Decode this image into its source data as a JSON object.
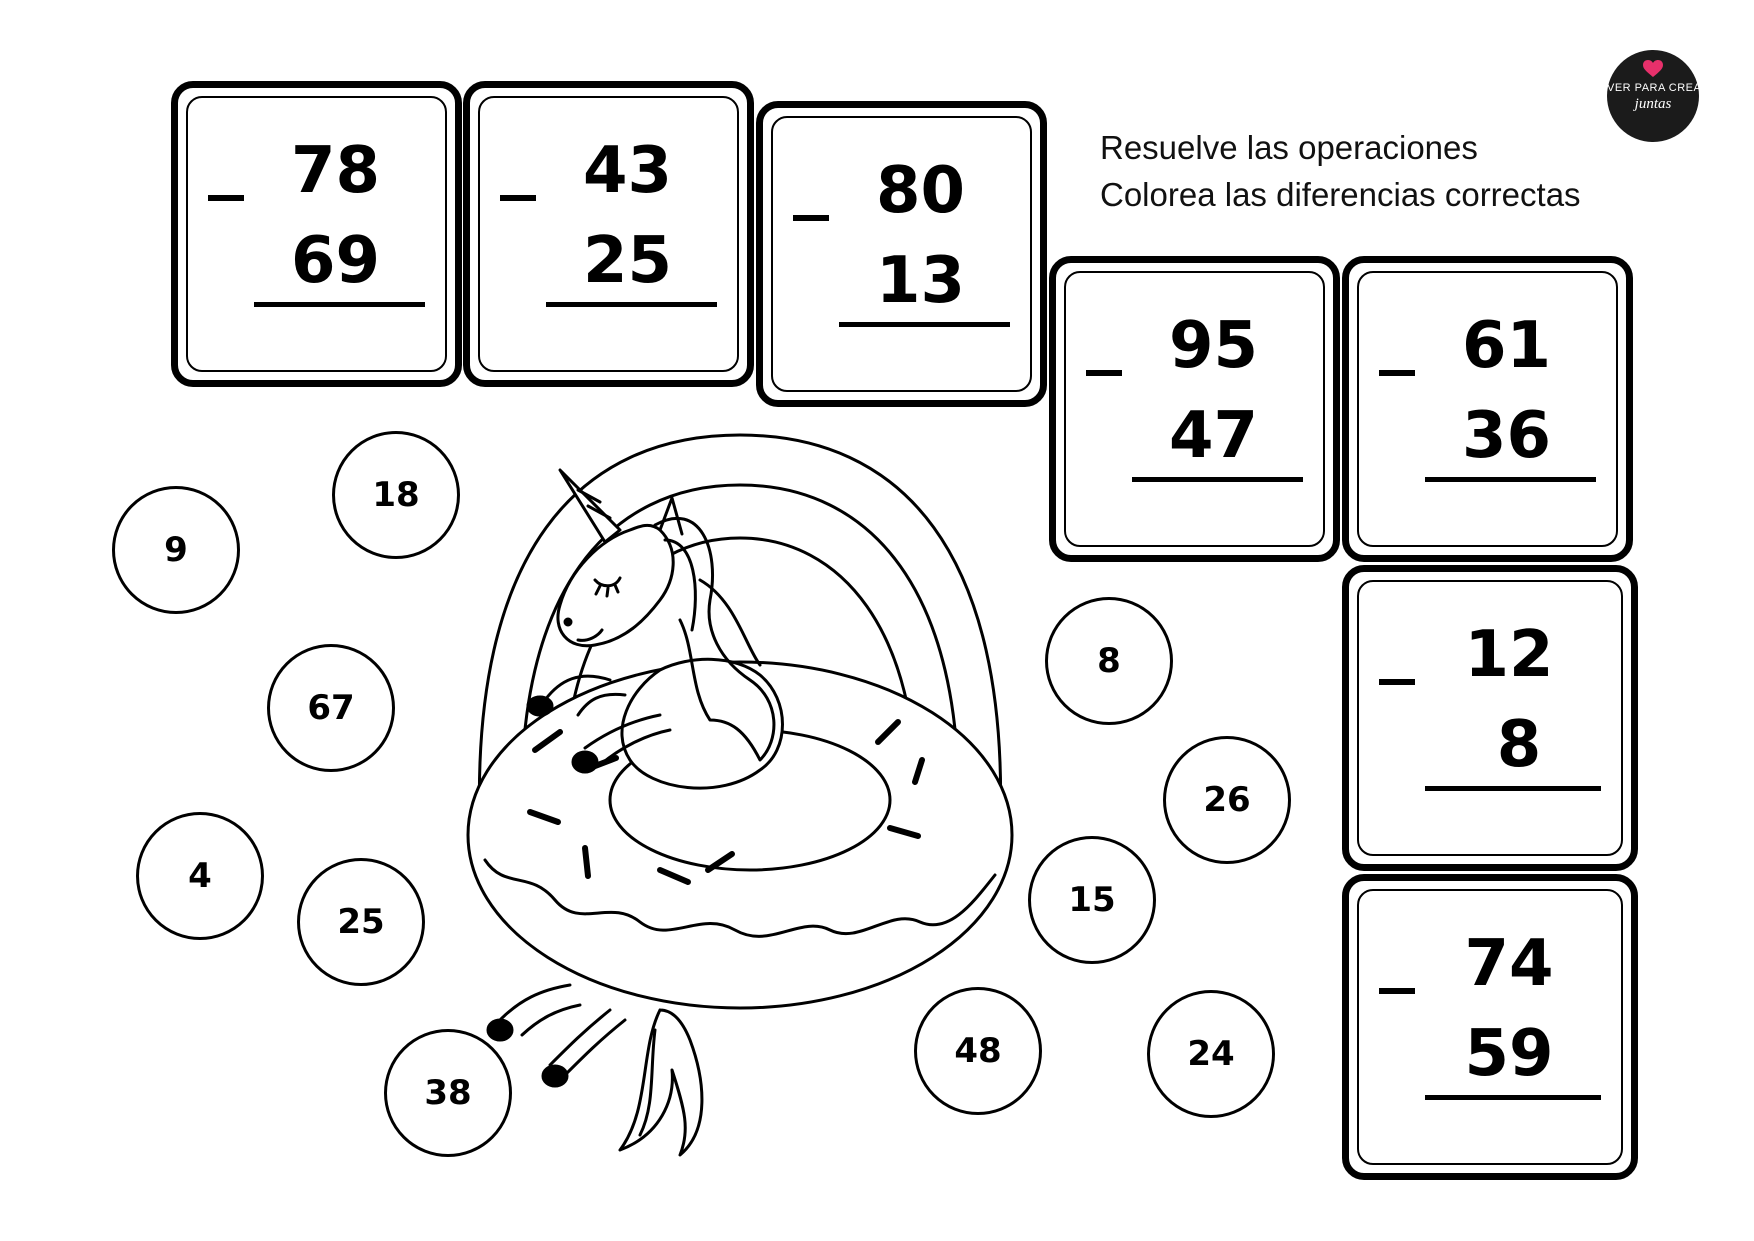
{
  "instructions": {
    "line1": "Resuelve las operaciones",
    "line2": "Colorea las diferencias correctas"
  },
  "logo": {
    "line1": "VER PARA CREAR",
    "line2": "juntas",
    "heart_color": "#e7306b"
  },
  "operations": [
    {
      "minuend": "78",
      "subtrahend": "69",
      "operator": "minus-sign"
    },
    {
      "minuend": "43",
      "subtrahend": "25",
      "operator": "minus-sign"
    },
    {
      "minuend": "80",
      "subtrahend": "13",
      "operator": "minus-sign"
    },
    {
      "minuend": "95",
      "subtrahend": "47",
      "operator": "minus-sign"
    },
    {
      "minuend": "61",
      "subtrahend": "36",
      "operator": "minus-sign"
    },
    {
      "minuend": "12",
      "subtrahend": "8",
      "operator": "minus-sign"
    },
    {
      "minuend": "74",
      "subtrahend": "59",
      "operator": "minus-sign"
    }
  ],
  "answers": [
    "18",
    "9",
    "67",
    "4",
    "25",
    "38",
    "8",
    "26",
    "15",
    "48",
    "24"
  ],
  "illustration": "unicorn-on-donut-float"
}
